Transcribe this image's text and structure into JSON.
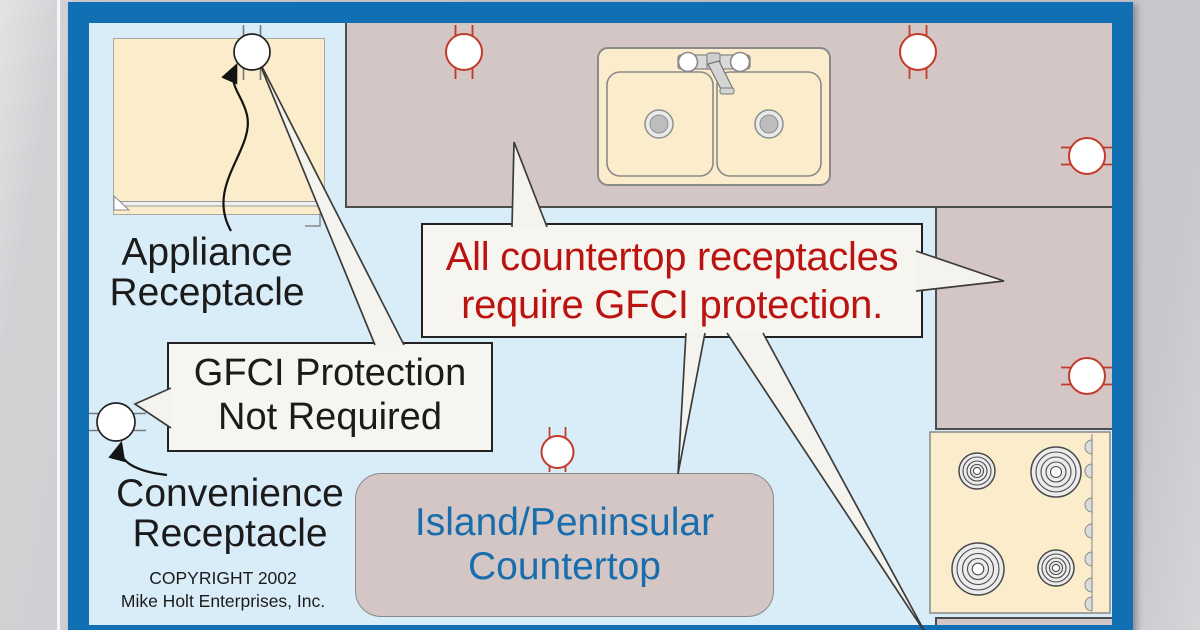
{
  "diagram_title_context": "Kitchen countertop receptacle GFCI requirements floor plan",
  "callouts": {
    "gfci_required": {
      "line1": "All countertop receptacles",
      "line2": "require GFCI protection."
    },
    "gfci_not_required": {
      "line1": "GFCI Protection",
      "line2": "Not Required"
    }
  },
  "labels": {
    "appliance": {
      "line1": "Appliance",
      "line2": "Receptacle"
    },
    "convenience": {
      "line1": "Convenience",
      "line2": "Receptacle"
    },
    "island": {
      "line1": "Island/Peninsular",
      "line2": "Countertop"
    },
    "copyright": {
      "line1": "COPYRIGHT 2002",
      "line2": "Mike Holt Enterprises, Inc."
    }
  },
  "receptacles": [
    {
      "name": "appliance-receptacle",
      "wall": "top",
      "gfci": "not required",
      "symbol_color": "black"
    },
    {
      "name": "countertop-receptacle-1",
      "wall": "top",
      "gfci": "required",
      "symbol_color": "red"
    },
    {
      "name": "countertop-receptacle-2",
      "wall": "top",
      "gfci": "required",
      "symbol_color": "red"
    },
    {
      "name": "countertop-receptacle-3",
      "wall": "right",
      "gfci": "required",
      "symbol_color": "red"
    },
    {
      "name": "countertop-receptacle-4",
      "wall": "right",
      "gfci": "required",
      "symbol_color": "red"
    },
    {
      "name": "island-receptacle",
      "wall": "island",
      "gfci": "required",
      "symbol_color": "red"
    },
    {
      "name": "convenience-receptacle",
      "wall": "left",
      "gfci": "not required",
      "symbol_color": "black"
    }
  ],
  "fixtures": [
    "refrigerator",
    "double-bowl-sink",
    "range-with-four-burners",
    "island-peninsular-countertop"
  ],
  "colors": {
    "frame_blue": "#1170b4",
    "floor_blue": "#d9edf9",
    "countertop_mauve": "#d3c6c5",
    "appliance_tan": "#fbeccb",
    "receptacle_red": "#c43a2a",
    "callout_red_text": "#bb1310",
    "island_blue_text": "#186dad",
    "callout_bg": "#f7f5f0"
  }
}
